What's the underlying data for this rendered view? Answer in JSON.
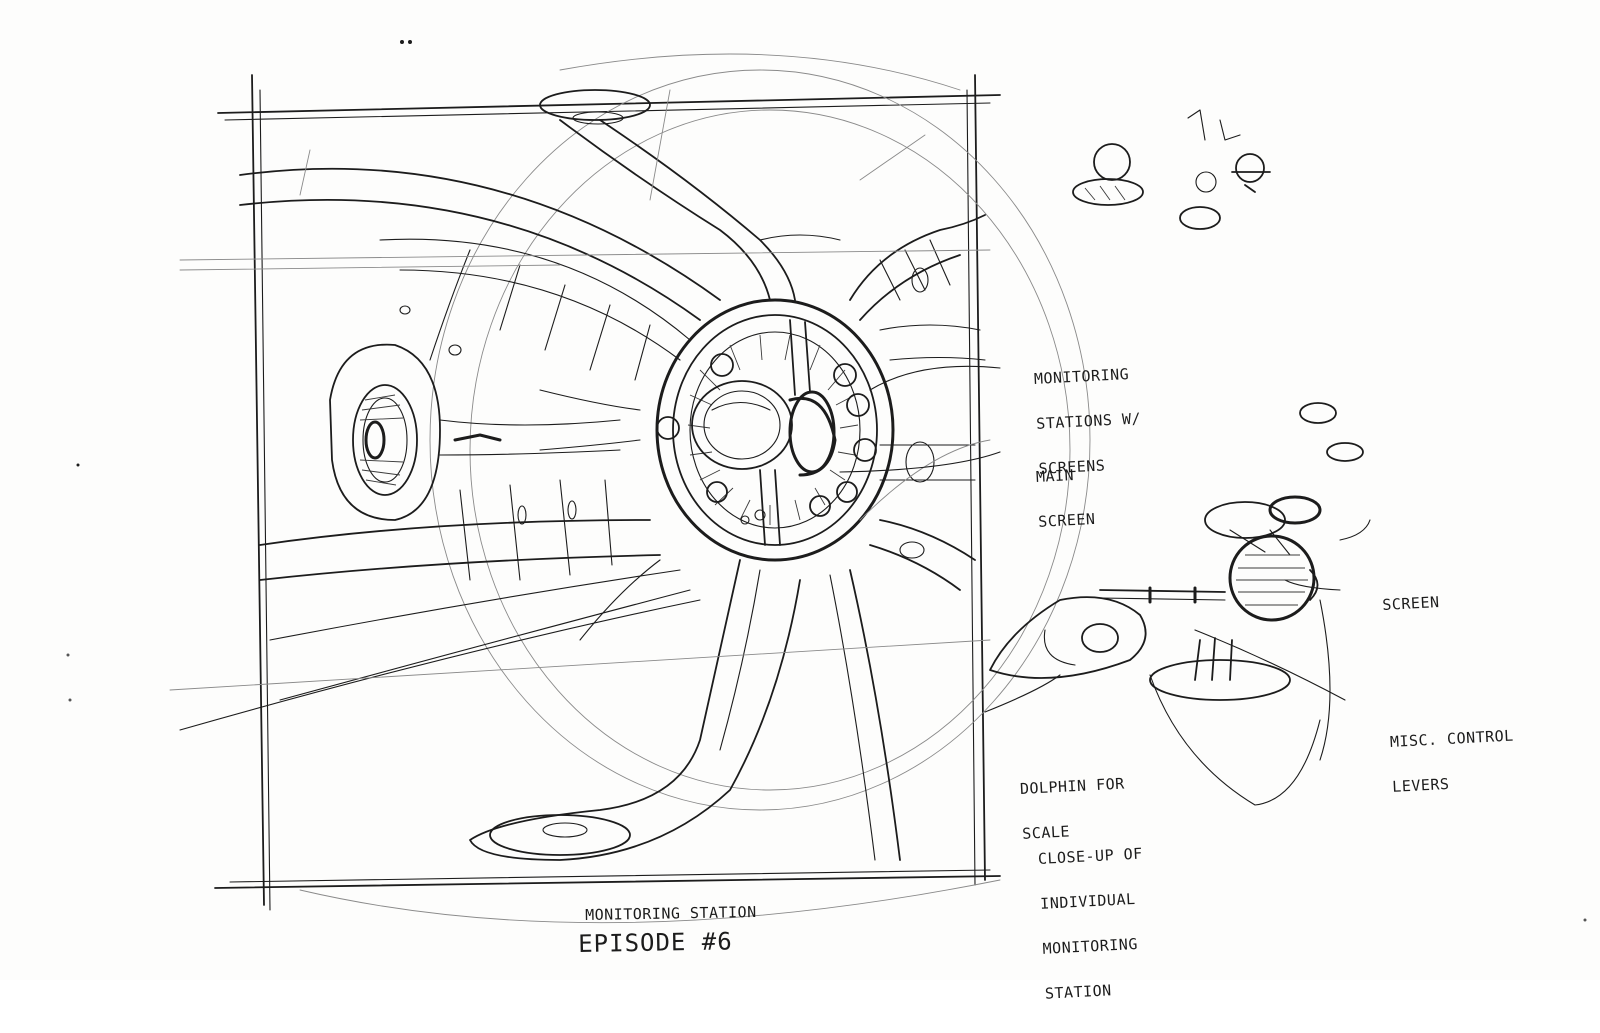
{
  "annotations": {
    "monitoring_stations": [
      "MONITORING",
      "STATIONS W/",
      "SCREENS"
    ],
    "main_screen": [
      "MAIN",
      "SCREEN"
    ],
    "screen": "SCREEN",
    "control_levers": [
      "MISC. CONTROL",
      "LEVERS"
    ],
    "dolphin_scale": [
      "DOLPHIN FOR",
      "SCALE"
    ],
    "close_up": [
      "CLOSE-UP OF",
      "INDIVIDUAL",
      "MONITORING",
      "STATION"
    ]
  },
  "caption": {
    "line1": "MONITORING STATION",
    "line2": "EPISODE #6"
  },
  "colors": {
    "ink": "#1c1c1c",
    "paper": "#fdfdfc"
  }
}
